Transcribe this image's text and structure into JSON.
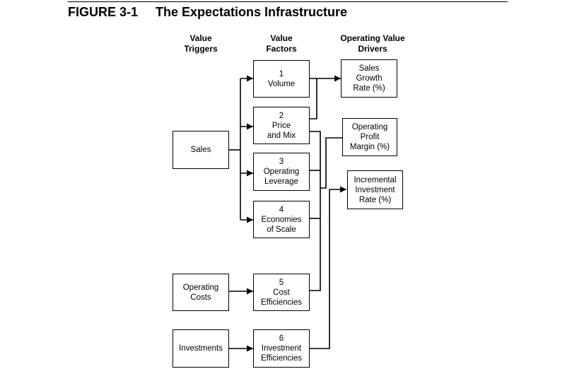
{
  "figure": {
    "number": "FIGURE 3-1",
    "title": "The Expectations Infrastructure"
  },
  "columns": {
    "triggers": "Value\nTriggers",
    "factors": "Value\nFactors",
    "drivers": "Operating Value\nDrivers"
  },
  "triggers": [
    {
      "label": "Sales"
    },
    {
      "label": "Operating\nCosts"
    },
    {
      "label": "Investments"
    }
  ],
  "factors": [
    {
      "num": "1",
      "label": "Volume"
    },
    {
      "num": "2",
      "label": "Price\nand Mix"
    },
    {
      "num": "3",
      "label": "Operating\nLeverage"
    },
    {
      "num": "4",
      "label": "Economies\nof Scale"
    },
    {
      "num": "5",
      "label": "Cost\nEfficiencies"
    },
    {
      "num": "6",
      "label": "Investment\nEfficiencies"
    }
  ],
  "drivers": [
    {
      "label": "Sales\nGrowth\nRate (%)"
    },
    {
      "label": "Operating\nProfit\nMargin (%)"
    },
    {
      "label": "Incremental\nInvestment\nRate (%)"
    }
  ]
}
